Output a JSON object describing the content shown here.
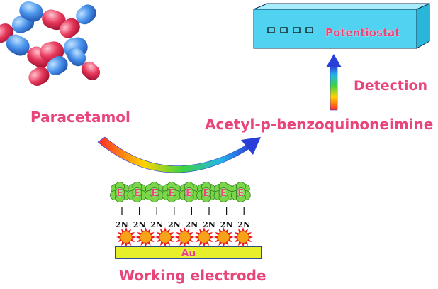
{
  "labels": {
    "potentiostat": "Potentiostat",
    "detection": "Detection",
    "paracetamol": "Paracetamol",
    "product": "Acetyl-p-benzoquinoneimine",
    "electrode_material": "Au",
    "working_electrode": "Working electrode",
    "enzyme": "E",
    "linker": "2N"
  },
  "electrode": {
    "enzyme_count": 8,
    "linker_count": 8,
    "nanoparticle_count": 7
  },
  "colors": {
    "label_pink": "#e8457a",
    "potentiostat_fill": "#4fd3f0",
    "electrode_fill": "#e6ef2a",
    "enzyme_fill": "#7bd64a",
    "nanoparticle_fill": "#f8a21a",
    "nanoparticle_star": "#f0141e",
    "capsule_red": "#e03a5a",
    "capsule_blue": "#3a86e8"
  },
  "icons": [
    "capsule-pile-icon",
    "potentiostat-box-icon",
    "gradient-curved-arrow-icon",
    "gradient-up-arrow-icon"
  ]
}
